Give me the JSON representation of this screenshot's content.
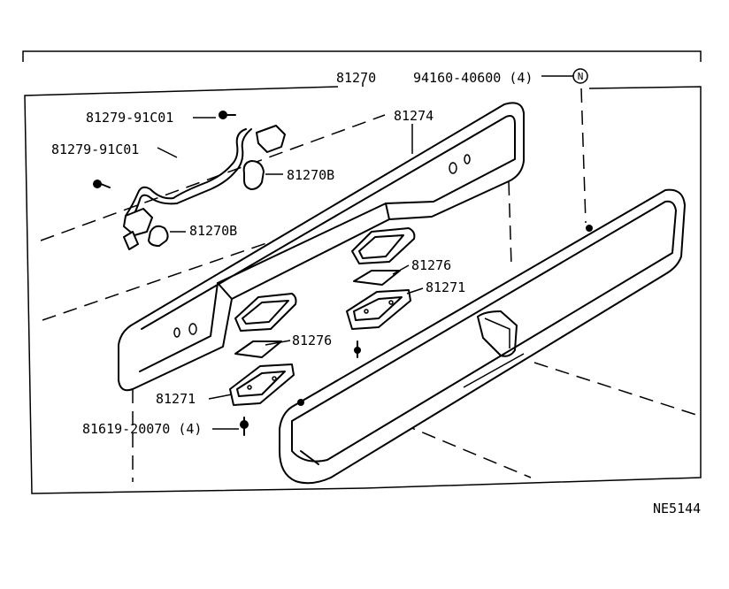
{
  "labels": {
    "assembly": "81270",
    "screw_top": "94160-40600 (4)",
    "n_marker": "N",
    "socket_1": "81279-91C01",
    "socket_2": "81279-91C01",
    "lens_upper": "81274",
    "bulb_1": "81270B",
    "bulb_2": "81270B",
    "gasket_right": "81276",
    "lamp_right": "81271",
    "gasket_left": "81276",
    "lamp_left": "81271",
    "screw_bottom": "81619-20070 (4)",
    "figure_code": "NE5144"
  }
}
